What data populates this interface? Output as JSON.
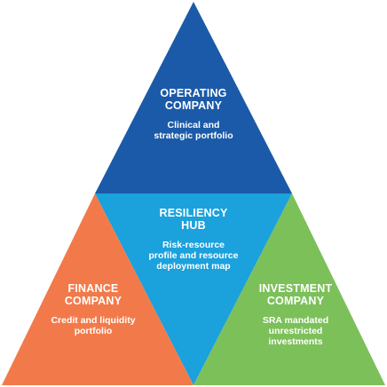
{
  "operating": {
    "title": [
      "OPERATING",
      "COMPANY"
    ],
    "body": [
      "Clinical and",
      "strategic portfolio"
    ],
    "color": "#1b5aa8"
  },
  "hub": {
    "title": [
      "RESILIENCY",
      "HUB"
    ],
    "body": [
      "Risk-resource",
      "profile and resource",
      "deployment map"
    ],
    "color": "#1ba1dc"
  },
  "finance": {
    "title": [
      "FINANCE",
      "COMPANY"
    ],
    "body": [
      "Credit and liquidity",
      "portfolio"
    ],
    "color": "#f27a4a"
  },
  "investment": {
    "title": [
      "INVESTMENT",
      "COMPANY"
    ],
    "body": [
      "SRA mandated",
      "unrestricted",
      "investments"
    ],
    "color": "#7cc05a"
  }
}
